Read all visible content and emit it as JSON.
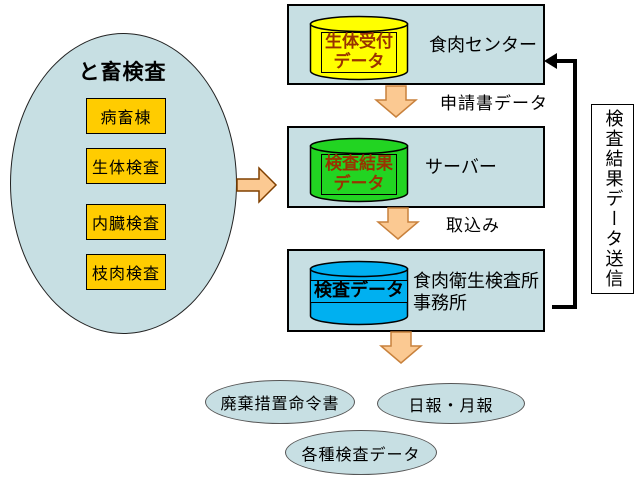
{
  "colors": {
    "node_background": "#c7dfe3",
    "process_box_fill": "#ffcc00",
    "cylinder_yellow": "#ffff00",
    "cylinder_green": "#22d422",
    "cylinder_blue": "#00b0f0",
    "arrow_fill": "#fbc992",
    "arrow_stroke": "#c8813c",
    "big_arrow_stroke": "#804000",
    "db_label_red": "#993300"
  },
  "left_group": {
    "title": "と畜検査",
    "items": [
      "病畜棟",
      "生体検査",
      "内臓検査",
      "枝肉検査"
    ]
  },
  "nodes": {
    "meat_center": {
      "db": "生体受付\nデータ",
      "label": "食肉センター"
    },
    "server": {
      "db": "検査結果\nデータ",
      "label": "サーバー"
    },
    "office": {
      "db": "検査データ",
      "label": "食肉衛生検査所\n事務所"
    }
  },
  "arrows": {
    "application": "申請書データ",
    "import": "取込み",
    "send": "検査結果データ送信"
  },
  "outputs": [
    "廃棄措置命令書",
    "日報・月報",
    "各種検査データ"
  ]
}
